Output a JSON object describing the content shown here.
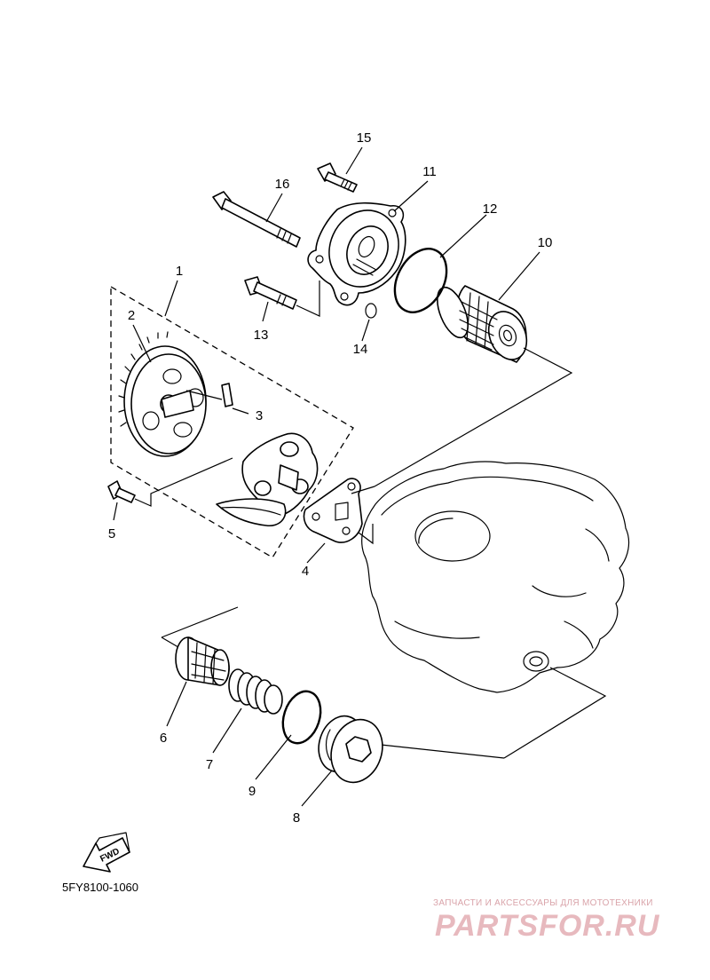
{
  "diagram": {
    "callouts": [
      {
        "id": "c1",
        "text": "1"
      },
      {
        "id": "c2",
        "text": "2"
      },
      {
        "id": "c3",
        "text": "3"
      },
      {
        "id": "c4",
        "text": "4"
      },
      {
        "id": "c5",
        "text": "5"
      },
      {
        "id": "c6",
        "text": "6"
      },
      {
        "id": "c7",
        "text": "7"
      },
      {
        "id": "c8",
        "text": "8"
      },
      {
        "id": "c9",
        "text": "9"
      },
      {
        "id": "c10",
        "text": "10"
      },
      {
        "id": "c11",
        "text": "11"
      },
      {
        "id": "c12",
        "text": "12"
      },
      {
        "id": "c13",
        "text": "13"
      },
      {
        "id": "c14",
        "text": "14"
      },
      {
        "id": "c15",
        "text": "15"
      },
      {
        "id": "c16",
        "text": "16"
      }
    ],
    "fwd_label": "FWD",
    "drawing_code": "5FY8100-1060"
  },
  "watermark": {
    "tagline": "ЗАПЧАСТИ И АКСЕССУАРЫ ДЛЯ МОТОТЕХНИКИ",
    "logo": "PARTSFOR.RU"
  },
  "colors": {
    "line": "#000000",
    "background": "#ffffff",
    "watermark": "#e7b9be"
  }
}
